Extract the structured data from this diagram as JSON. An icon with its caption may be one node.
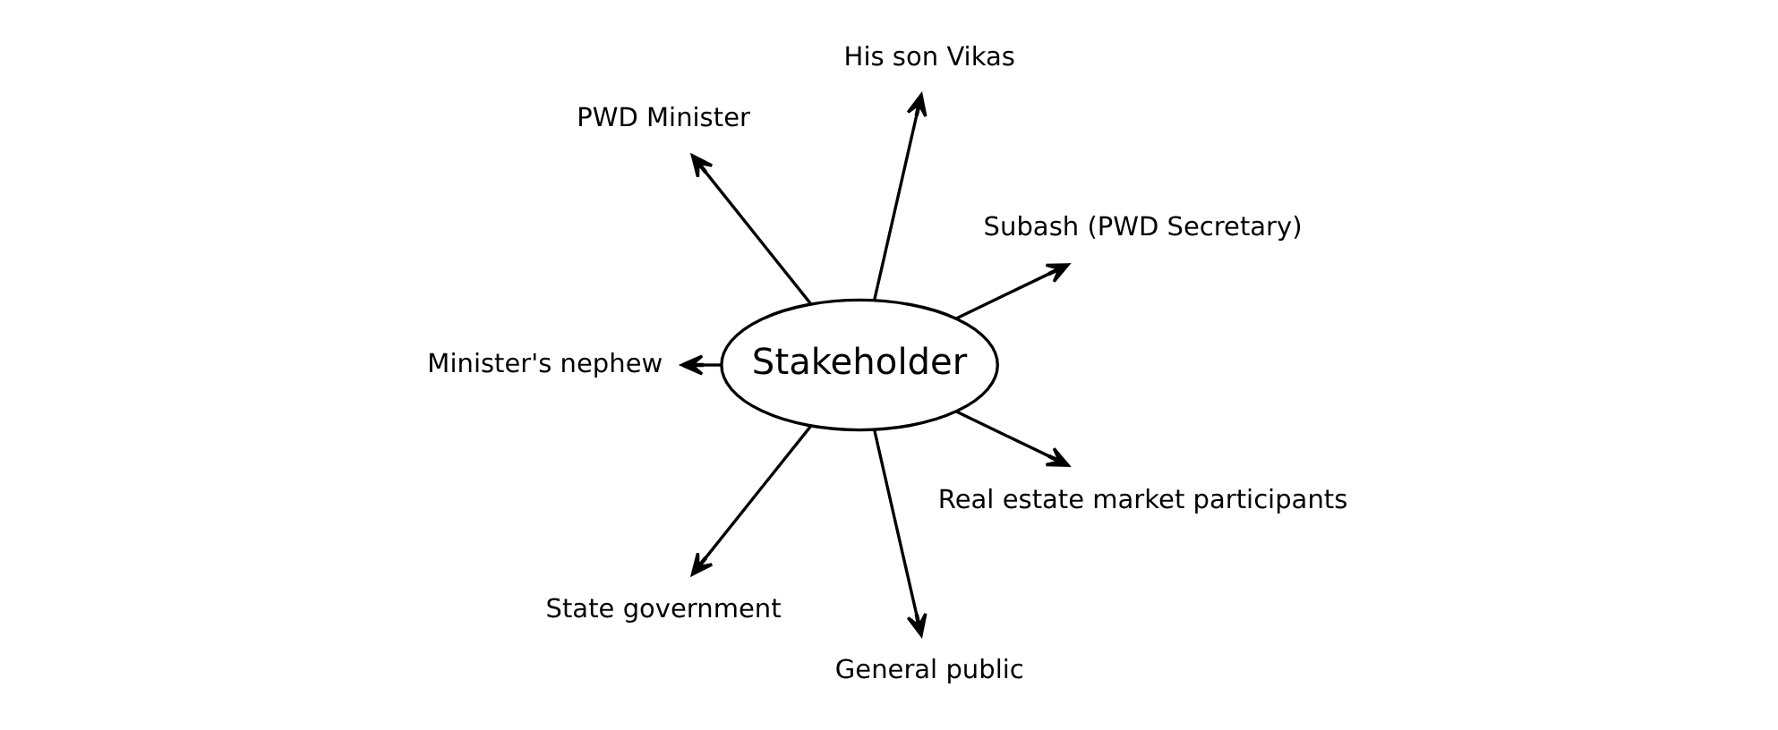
{
  "diagram": {
    "nodes": [
      {
        "text": [
          "Stakeholder"
        ]
      },
      {
        "text": [
          "Subash (PWD Secretary)"
        ]
      },
      {
        "text": [
          "His son Vikas"
        ]
      },
      {
        "text": [
          "PWD Minister"
        ]
      },
      {
        "text": [
          "Minister's nephew"
        ]
      },
      {
        "text": [
          "State government"
        ]
      },
      {
        "text": [
          "General public"
        ]
      },
      {
        "text": [
          "Real estate market participants"
        ]
      }
    ],
    "edges": [
      {
        "from": 0,
        "to": 1,
        "arrow": "to"
      },
      {
        "from": 0,
        "to": 2,
        "arrow": "to"
      },
      {
        "from": 0,
        "to": 3,
        "arrow": "to"
      },
      {
        "from": 0,
        "to": 4,
        "arrow": "to"
      },
      {
        "from": 0,
        "to": 5,
        "arrow": "to"
      },
      {
        "from": 0,
        "to": 6,
        "arrow": "to"
      },
      {
        "from": 0,
        "to": 7,
        "arrow": "to"
      }
    ]
  }
}
